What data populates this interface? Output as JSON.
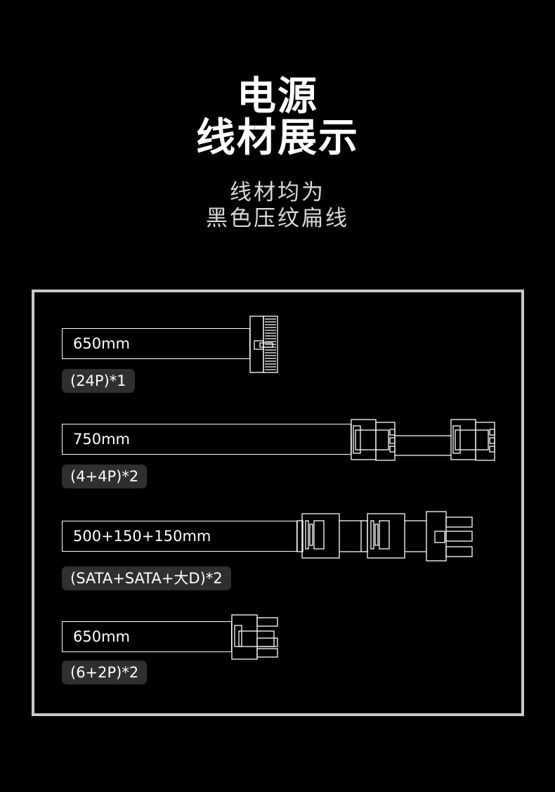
{
  "header": {
    "title_line1": "电源",
    "title_line2": "线材展示",
    "subtitle_line1": "线材均为",
    "subtitle_line2": "黑色压纹扁线"
  },
  "cables": [
    {
      "length": "650mm",
      "spec": "(24P)*1"
    },
    {
      "length": "750mm",
      "spec": "(4+4P)*2"
    },
    {
      "length": "500+150+150mm",
      "spec": "(SATA+SATA+大D)*2"
    },
    {
      "length": "650mm",
      "spec": "(6+2P)*2"
    }
  ],
  "icons": [
    "24p-connector-icon",
    "4plus4p-connector-icon",
    "sata-connector-icon",
    "molex-connector-icon",
    "6plus2p-connector-icon"
  ],
  "colors": {
    "background": "#000000",
    "frame": "#c9c9c9",
    "tag_bg": "#2f2f31",
    "line": "#ffffff"
  }
}
